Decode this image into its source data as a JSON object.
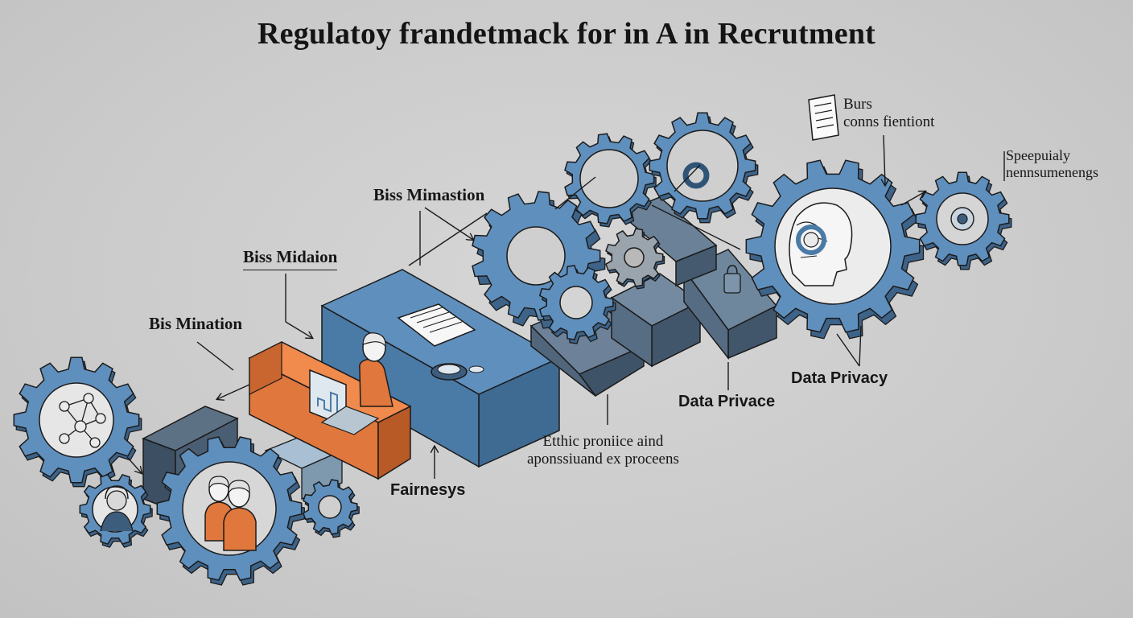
{
  "title": "Regulatoy frandetmack for in A in Recrutment",
  "labels": {
    "biss_mimastion": "Biss Mimastion",
    "biss_midaion": "Biss Midaion",
    "bis_mination": "Bis Mination",
    "fairnesys": "Fairnesys",
    "ethic_line1": "Etthic proniice aind",
    "ethic_line2": "aponssiuand ex proceens",
    "data_privace": "Data Privace",
    "data_privacy": "Data Privacy",
    "burs_line1": "Burs",
    "burs_line2": "conns fientiont",
    "speep_line1": "Speepuialy",
    "speep_line2": "nennsumenengs"
  },
  "colors": {
    "gear_blue": "#5f8fbd",
    "block_blue": "#4e7ca5",
    "block_slate": "#5a6d81",
    "orange": "#e0773c",
    "background": "#cdcdcd",
    "outline": "#1b1b1b"
  },
  "icons": [
    "network-icon",
    "person-silhouette-icon",
    "team-people-icon",
    "robot-head-icon",
    "document-icon",
    "checklist-icon",
    "computer-monitor-icon",
    "settings-gear-icon"
  ]
}
